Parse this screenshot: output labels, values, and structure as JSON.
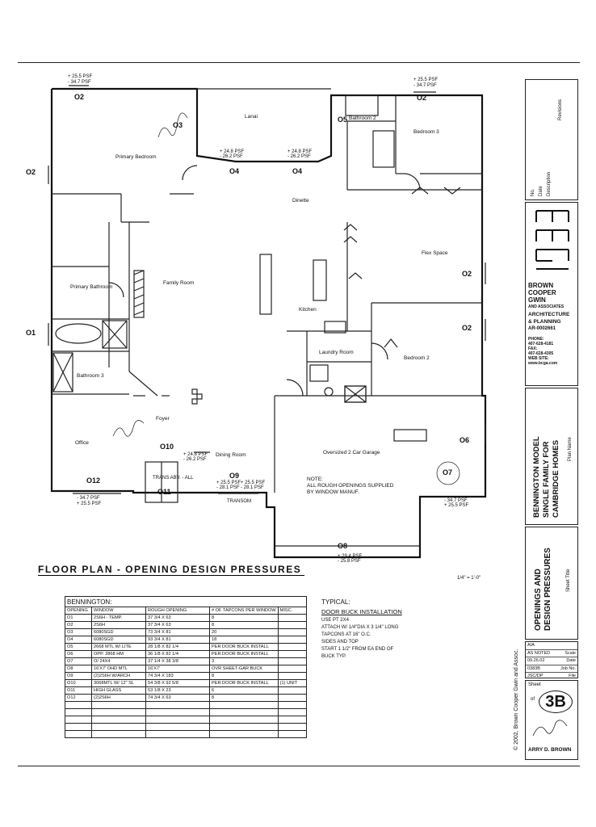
{
  "rooms": {
    "primary_bedroom": "Primary Bedroom",
    "lanai": "Lanai",
    "bathroom2": "Bathroom 2",
    "bedroom3": "Bedroom 3",
    "dinette": "Dinette",
    "flex_space": "Flex Space",
    "primary_bathroom": "Primary Bathroom",
    "family_room": "Family Room",
    "kitchen": "Kitchen",
    "laundry_room": "Laundry Room",
    "bedroom2": "Bedroom 2",
    "bathroom3": "Bathroom 3",
    "foyer": "Foyer",
    "office": "Office",
    "dining_room": "Dining Room",
    "garage": "Oversized 2 Car Garage"
  },
  "openings": {
    "o2_top_left": "O2",
    "o2_top_right": "O2",
    "o2_left": "O2",
    "o4_left": "O4",
    "o4_right": "O4",
    "o2_flex": "O2",
    "o2_bed2": "O2",
    "o1_left": "O1",
    "o6": "O6",
    "o7": "O7",
    "o12": "O12",
    "o11": "O11",
    "o10": "O10",
    "o9": "O9",
    "o8": "O8",
    "o3": "O3",
    "o5": "O5"
  },
  "pressures": {
    "p1": "+ 25.5 PSF",
    "p2": "- 34.7 PSF",
    "p3": "+ 24.8 PSF",
    "p4": "- 26.2 PSF",
    "p5": "+ 25.5 PSF",
    "p6": "- 28.1 PSF",
    "p7": "+ 29.4 PSF",
    "p8": "- 25.8 PSF",
    "p9": "- 34.7 PSF",
    "p10": "+ 25.5 PSF"
  },
  "transom": "TRANSOM",
  "trans_label": "TRANS ABV. - ALL",
  "note": [
    "NOTE:",
    "ALL ROUGH OPENINGS SUPPLIED",
    "BY WINDOW MANUF."
  ],
  "plan_title": "FLOOR PLAN - OPENING DESIGN PRESSURES",
  "scale": "1/4\" = 1'-0\"",
  "schedule": {
    "title": "BENNINGTON:",
    "headers": [
      "OPENING",
      "WINDOW",
      "ROUGH OPENING",
      "# OF TAPCONS PER WINDOW",
      "MISC."
    ],
    "rows": [
      [
        "O1",
        "2S6H - TEMP.",
        "37 3/4 X 63",
        "8",
        ""
      ],
      [
        "O2",
        "2S6H",
        "37 3/4 X 63",
        "8",
        ""
      ],
      [
        "O3",
        "6080SGD",
        "73 3/4 X 81",
        "20",
        ""
      ],
      [
        "O4",
        "6080SGD",
        "93 3/4 X 81",
        "18",
        ""
      ],
      [
        "O5",
        "2668 MTL W/ LITE",
        "28 1/8 X 82 1/4",
        "PER DOOR BUCK INSTALL",
        ""
      ],
      [
        "O6",
        "OPP. 2868 HM",
        "36 1/8 X 82 1/4",
        "PER DOOR BUCK INSTALL",
        ""
      ],
      [
        "O7",
        "O/ 24X4",
        "37 1/4 X 38 3/8",
        "3",
        ""
      ],
      [
        "O8",
        "16'X7' OHD MTL",
        "16'X7'",
        "OVR SHEET-GAR BUCK",
        ""
      ],
      [
        "O9",
        "(2)2S6H W/ARCH",
        "74 3/4 X 183",
        "8",
        ""
      ],
      [
        "O10",
        "3068MTL W/ 12\" SL",
        "54 3/8 X 92 5/8",
        "PER DOOR BUCK INSTALL",
        "(1) UNIT"
      ],
      [
        "O11",
        "HIGH GLASS",
        "53 1/8 X 23",
        "6",
        ""
      ],
      [
        "O12",
        "(2)2S6H",
        "74 3/4 X 63",
        "8",
        ""
      ]
    ],
    "empty_rows": 5
  },
  "typical": {
    "title": "TYPICAL:",
    "subtitle": "DOOR BUCK INSTALLATION",
    "lines": [
      "USE PT 2X4",
      "ATTACH W/ 1/4\"DIA X 3 1/4\" LONG",
      "TAPCONS AT 16\" O.C.",
      "SIDES AND TOP",
      "START 1 1/2\" FROM EA END OF",
      "BUCK TYP."
    ]
  },
  "title_block": {
    "revisions_header": [
      "No.",
      "Date",
      "Description",
      "Revisions"
    ],
    "firm_lines": [
      "BROWN",
      "COOPER",
      "GWIN",
      "AND ASSOCIATES",
      "ARCHITECTURE",
      "& PLANNING",
      "AR-0002661"
    ],
    "phone_label": "PHONE:",
    "phone": "407-628-4181",
    "fax_label": "FAX:",
    "fax": "407-628-4305",
    "web_label": "WEB SITE:",
    "web": "www.bcga.com",
    "plan_name_lines": [
      "BENNINGTON MODEL",
      "SINGLE FAMILY FOR",
      "CAMBRIDGE HOMES"
    ],
    "plan_name_label": "Plan Name",
    "sheet_title_lines": [
      "OPENINGS AND",
      "DESIGN PRESSURES"
    ],
    "sheet_title_label": "Sheet Title",
    "info": [
      [
        "AIA",
        ""
      ],
      [
        "AS NOTED",
        "Scale"
      ],
      [
        "09.26.02",
        "Date"
      ],
      [
        "0383B",
        "Job No."
      ],
      [
        "JSC/DP",
        "File"
      ]
    ],
    "sheet_label": "Sheet",
    "sheet_of": "of",
    "sheet_number": "3B",
    "signature": "ARRY D. BROWN"
  },
  "copyright": "© 2002, Brown Cooper Gwin and Assoc."
}
